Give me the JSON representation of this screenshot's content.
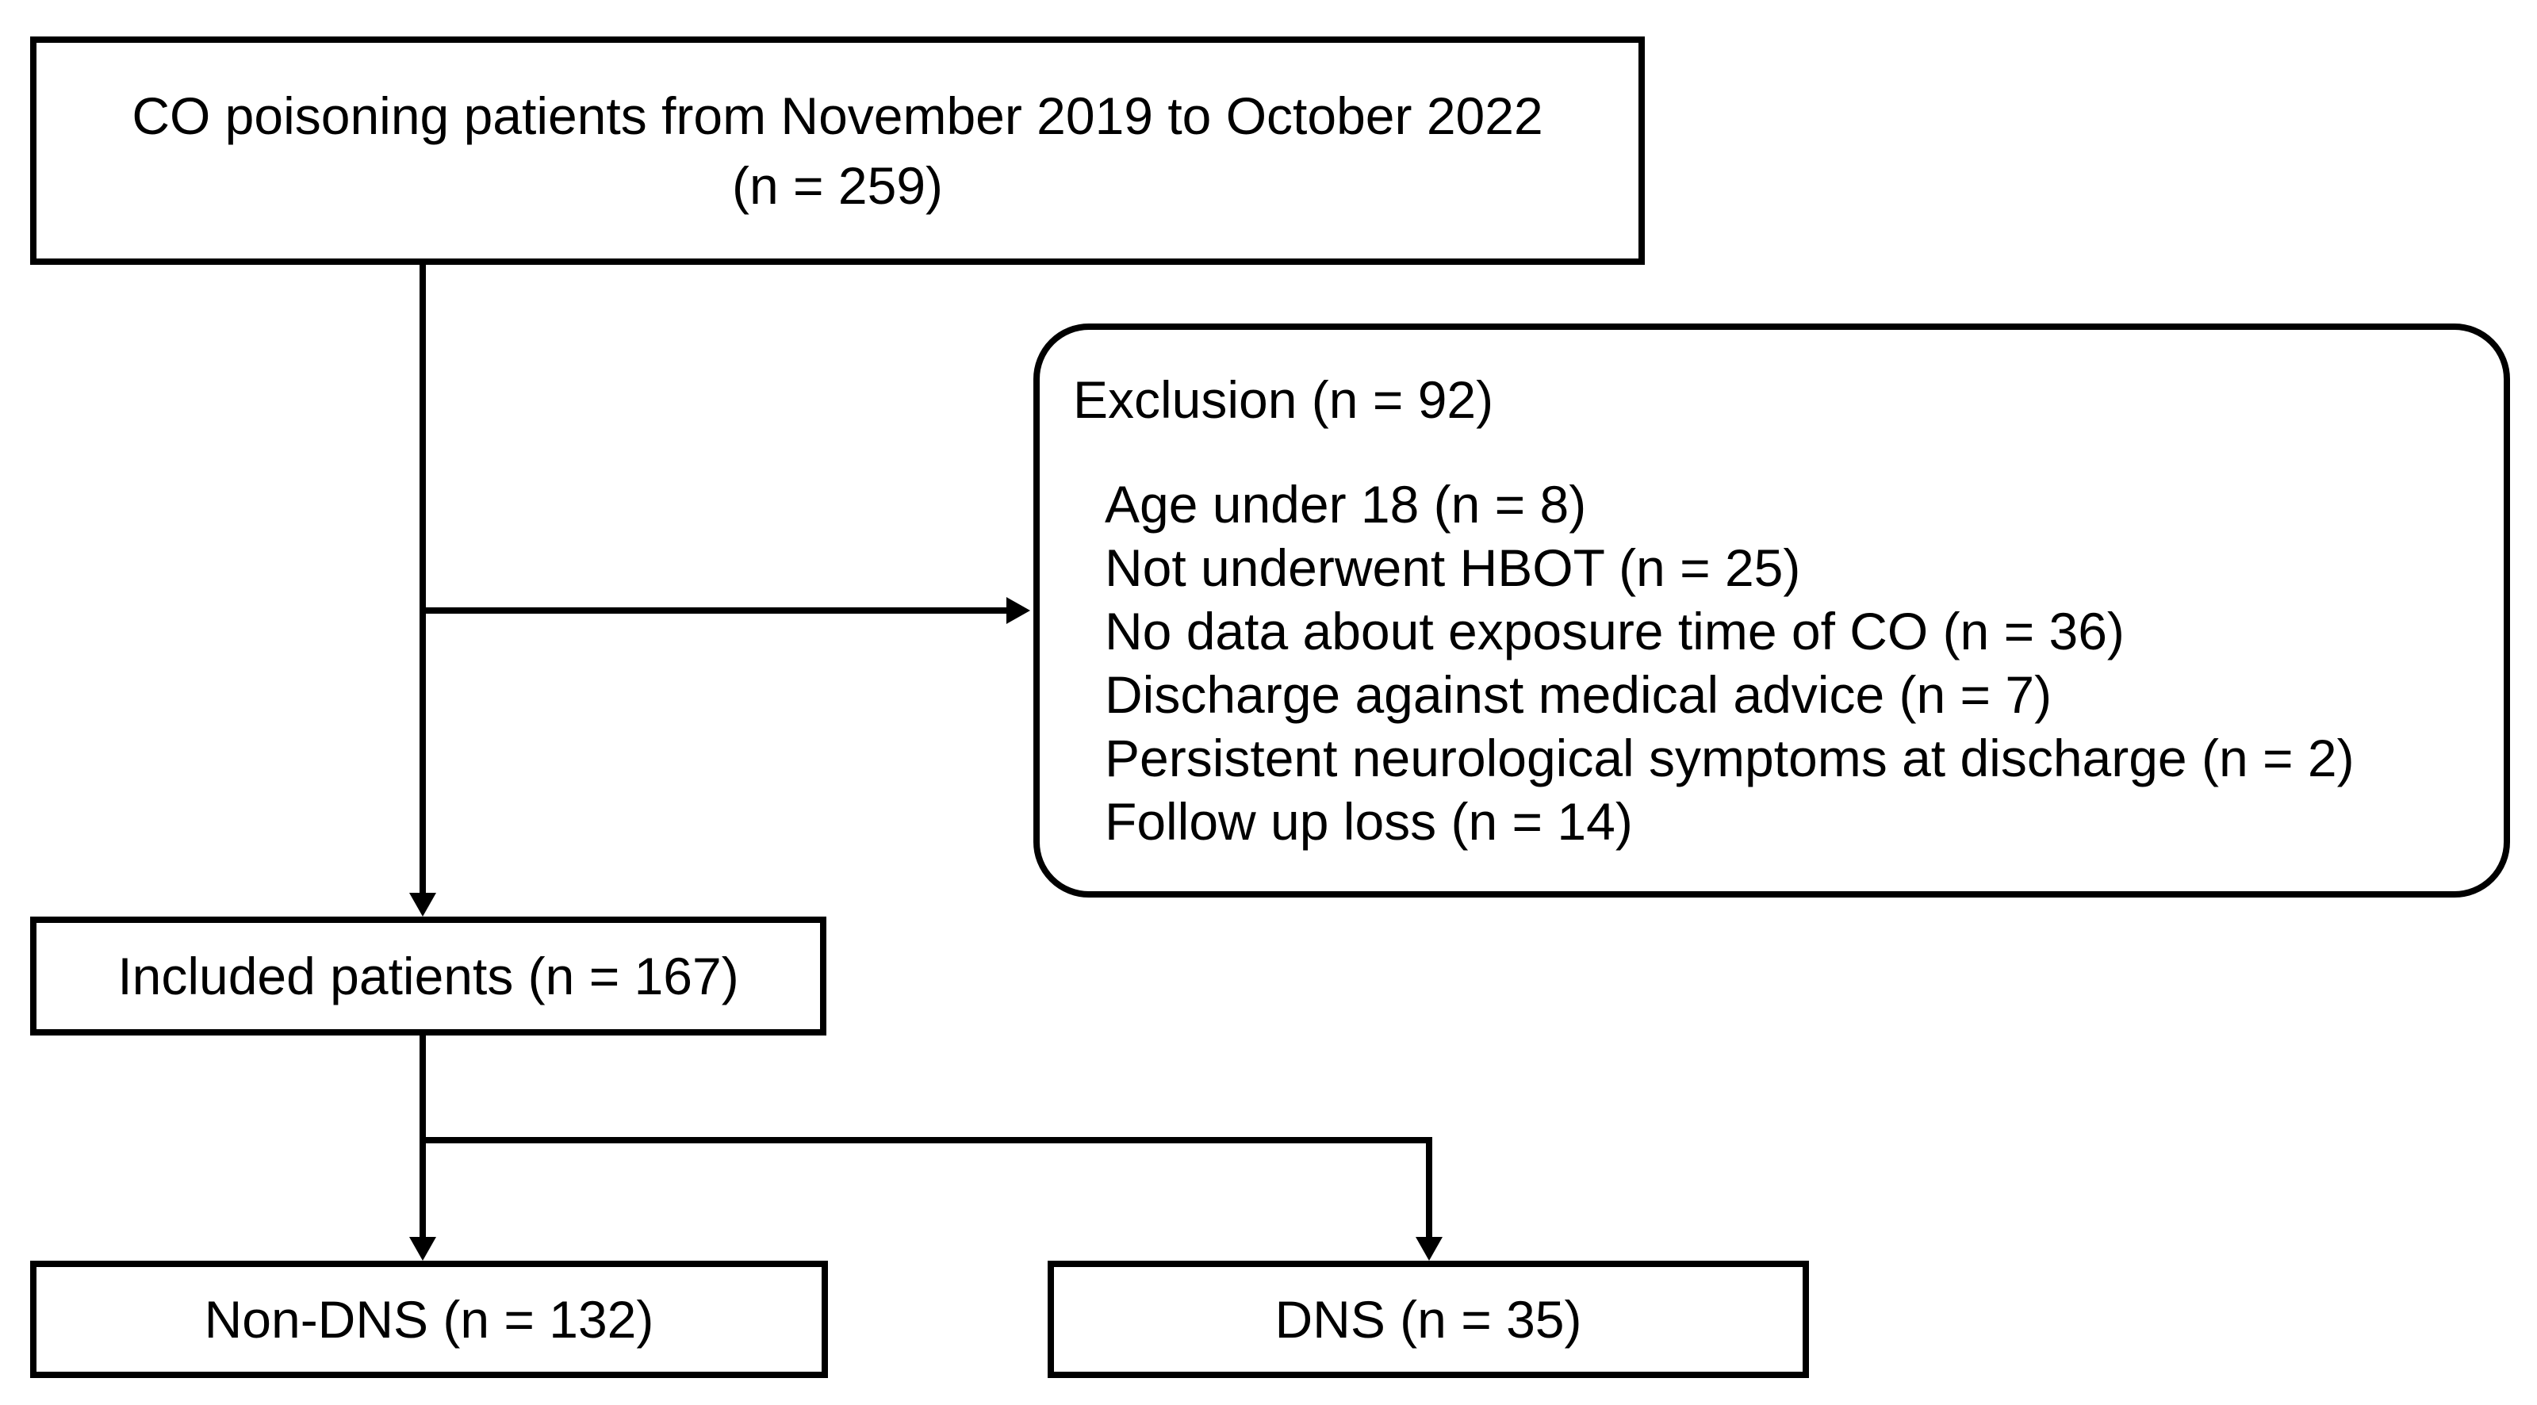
{
  "diagram_type": "patient-flow-diagram",
  "source_box": {
    "line1": "CO poisoning patients from November 2019 to October 2022",
    "line2": "(n = 259)"
  },
  "exclusion": {
    "header": "Exclusion (n = 92)",
    "items": [
      "Age under 18 (n = 8)",
      "Not underwent HBOT (n = 25)",
      "No data about exposure time of CO (n = 36)",
      "Discharge against medical advice (n = 7)",
      "Persistent neurological symptoms at discharge (n = 2)",
      "Follow up loss (n = 14)"
    ]
  },
  "included": {
    "label": "Included patients (n = 167)"
  },
  "outcomes": {
    "non_dns": {
      "label": "Non-DNS (n = 132)"
    },
    "dns": {
      "label": "DNS (n = 35)"
    }
  },
  "colors": {
    "line": "#000000",
    "box_border": "#000000",
    "background": "#ffffff",
    "text": "#000000"
  }
}
